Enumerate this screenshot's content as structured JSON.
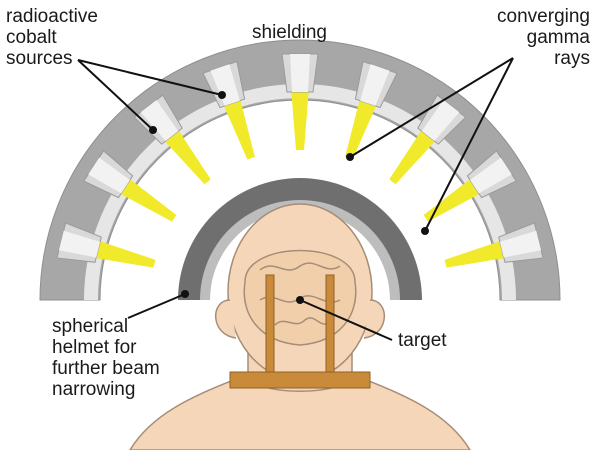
{
  "labels": {
    "sources": "radioactive\ncobalt\nsources",
    "shielding": "shielding",
    "rays": "converging\ngamma\nrays",
    "helmet": "spherical\nhelmet for\nfurther beam\nnarrowing",
    "target": "target"
  },
  "colors": {
    "shielding": "#a7a7a7",
    "shielding_inner": "#c9c9c9",
    "source": "#d9d9d9",
    "beam": "#f1ea2a",
    "helmet_dark": "#6f6f6f",
    "helmet_light": "#bdbdbd",
    "skin": "#f5d6b8",
    "frame": "#c98a3a"
  },
  "icons": {
    "skull_frame": "stereotactic-frame-icon",
    "head": "patient-head-icon"
  }
}
